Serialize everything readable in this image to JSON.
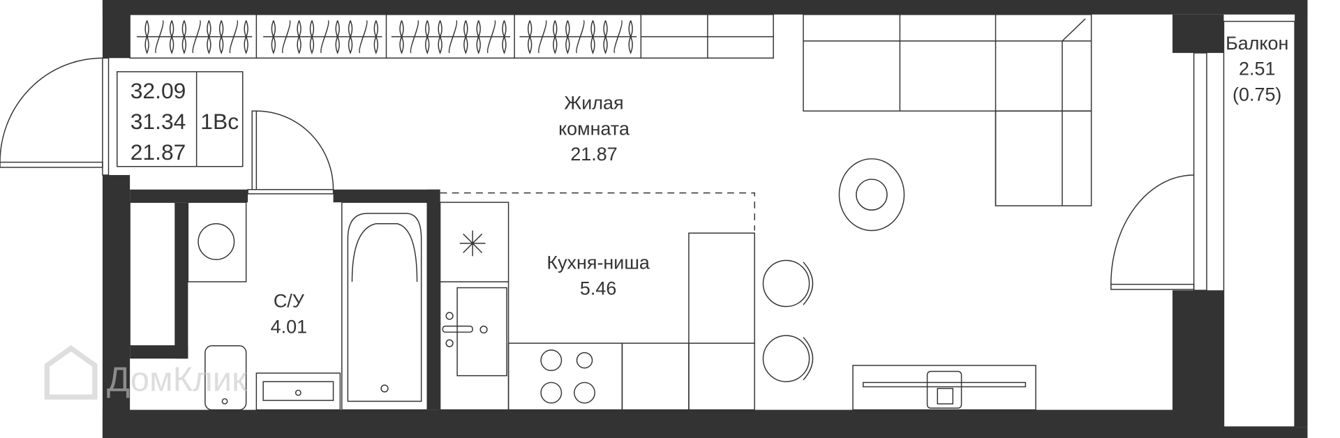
{
  "summary": {
    "total_area": "32.09",
    "area_without_balcony": "31.34",
    "living_area": "21.87",
    "type": "1Вс"
  },
  "rooms": {
    "living": {
      "name_line1": "Жилая",
      "name_line2": "комната",
      "area": "21.87"
    },
    "kitchen": {
      "name": "Кухня-ниша",
      "area": "5.46"
    },
    "bathroom": {
      "name": "С/У",
      "area": "4.01"
    },
    "balcony": {
      "name": "Балкон",
      "area": "2.51",
      "reduced_area": "(0.75)"
    }
  },
  "watermark": "ДомКлик",
  "colors": {
    "wall": "#333333",
    "line": "#333333",
    "background": "#ffffff"
  }
}
